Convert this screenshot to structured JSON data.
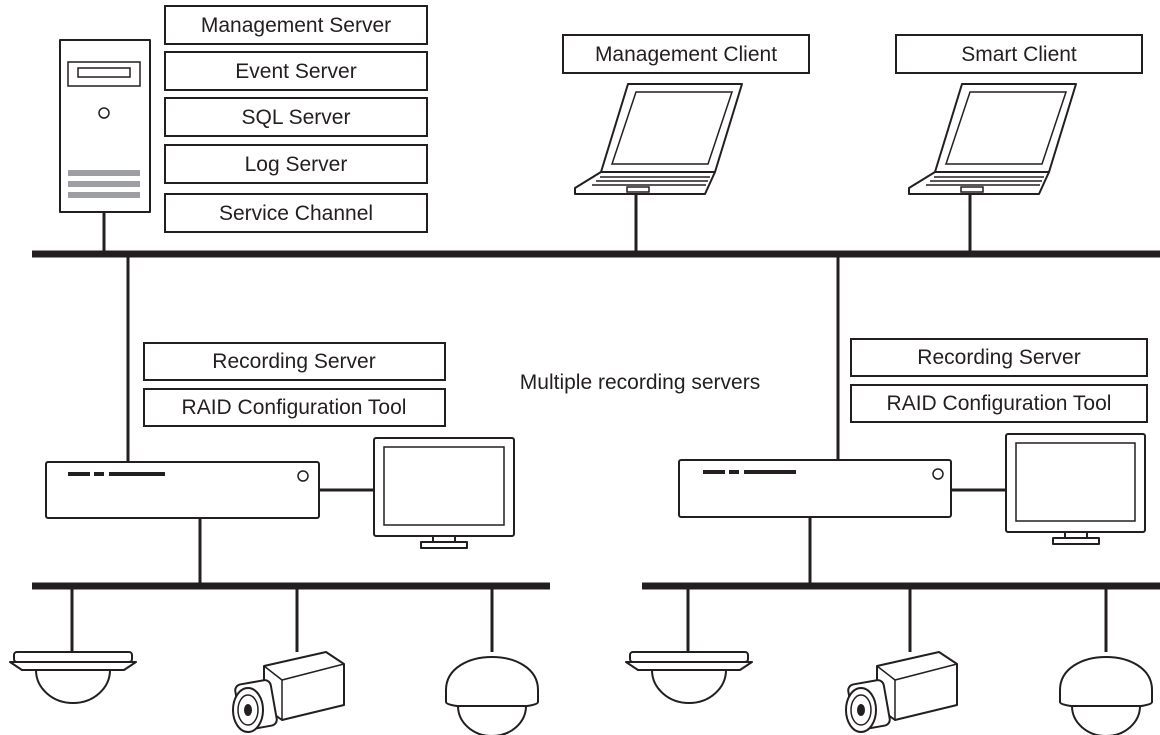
{
  "server_stack": {
    "labels": [
      "Management Server",
      "Event Server",
      "SQL Server",
      "Log Server",
      "Service Channel"
    ]
  },
  "clients": {
    "management_client": "Management Client",
    "smart_client": "Smart Client"
  },
  "recording_left": {
    "server": "Recording Server",
    "tool": "RAID Configuration Tool"
  },
  "recording_right": {
    "server": "Recording Server",
    "tool": "RAID Configuration Tool"
  },
  "middle_note": "Multiple recording servers"
}
